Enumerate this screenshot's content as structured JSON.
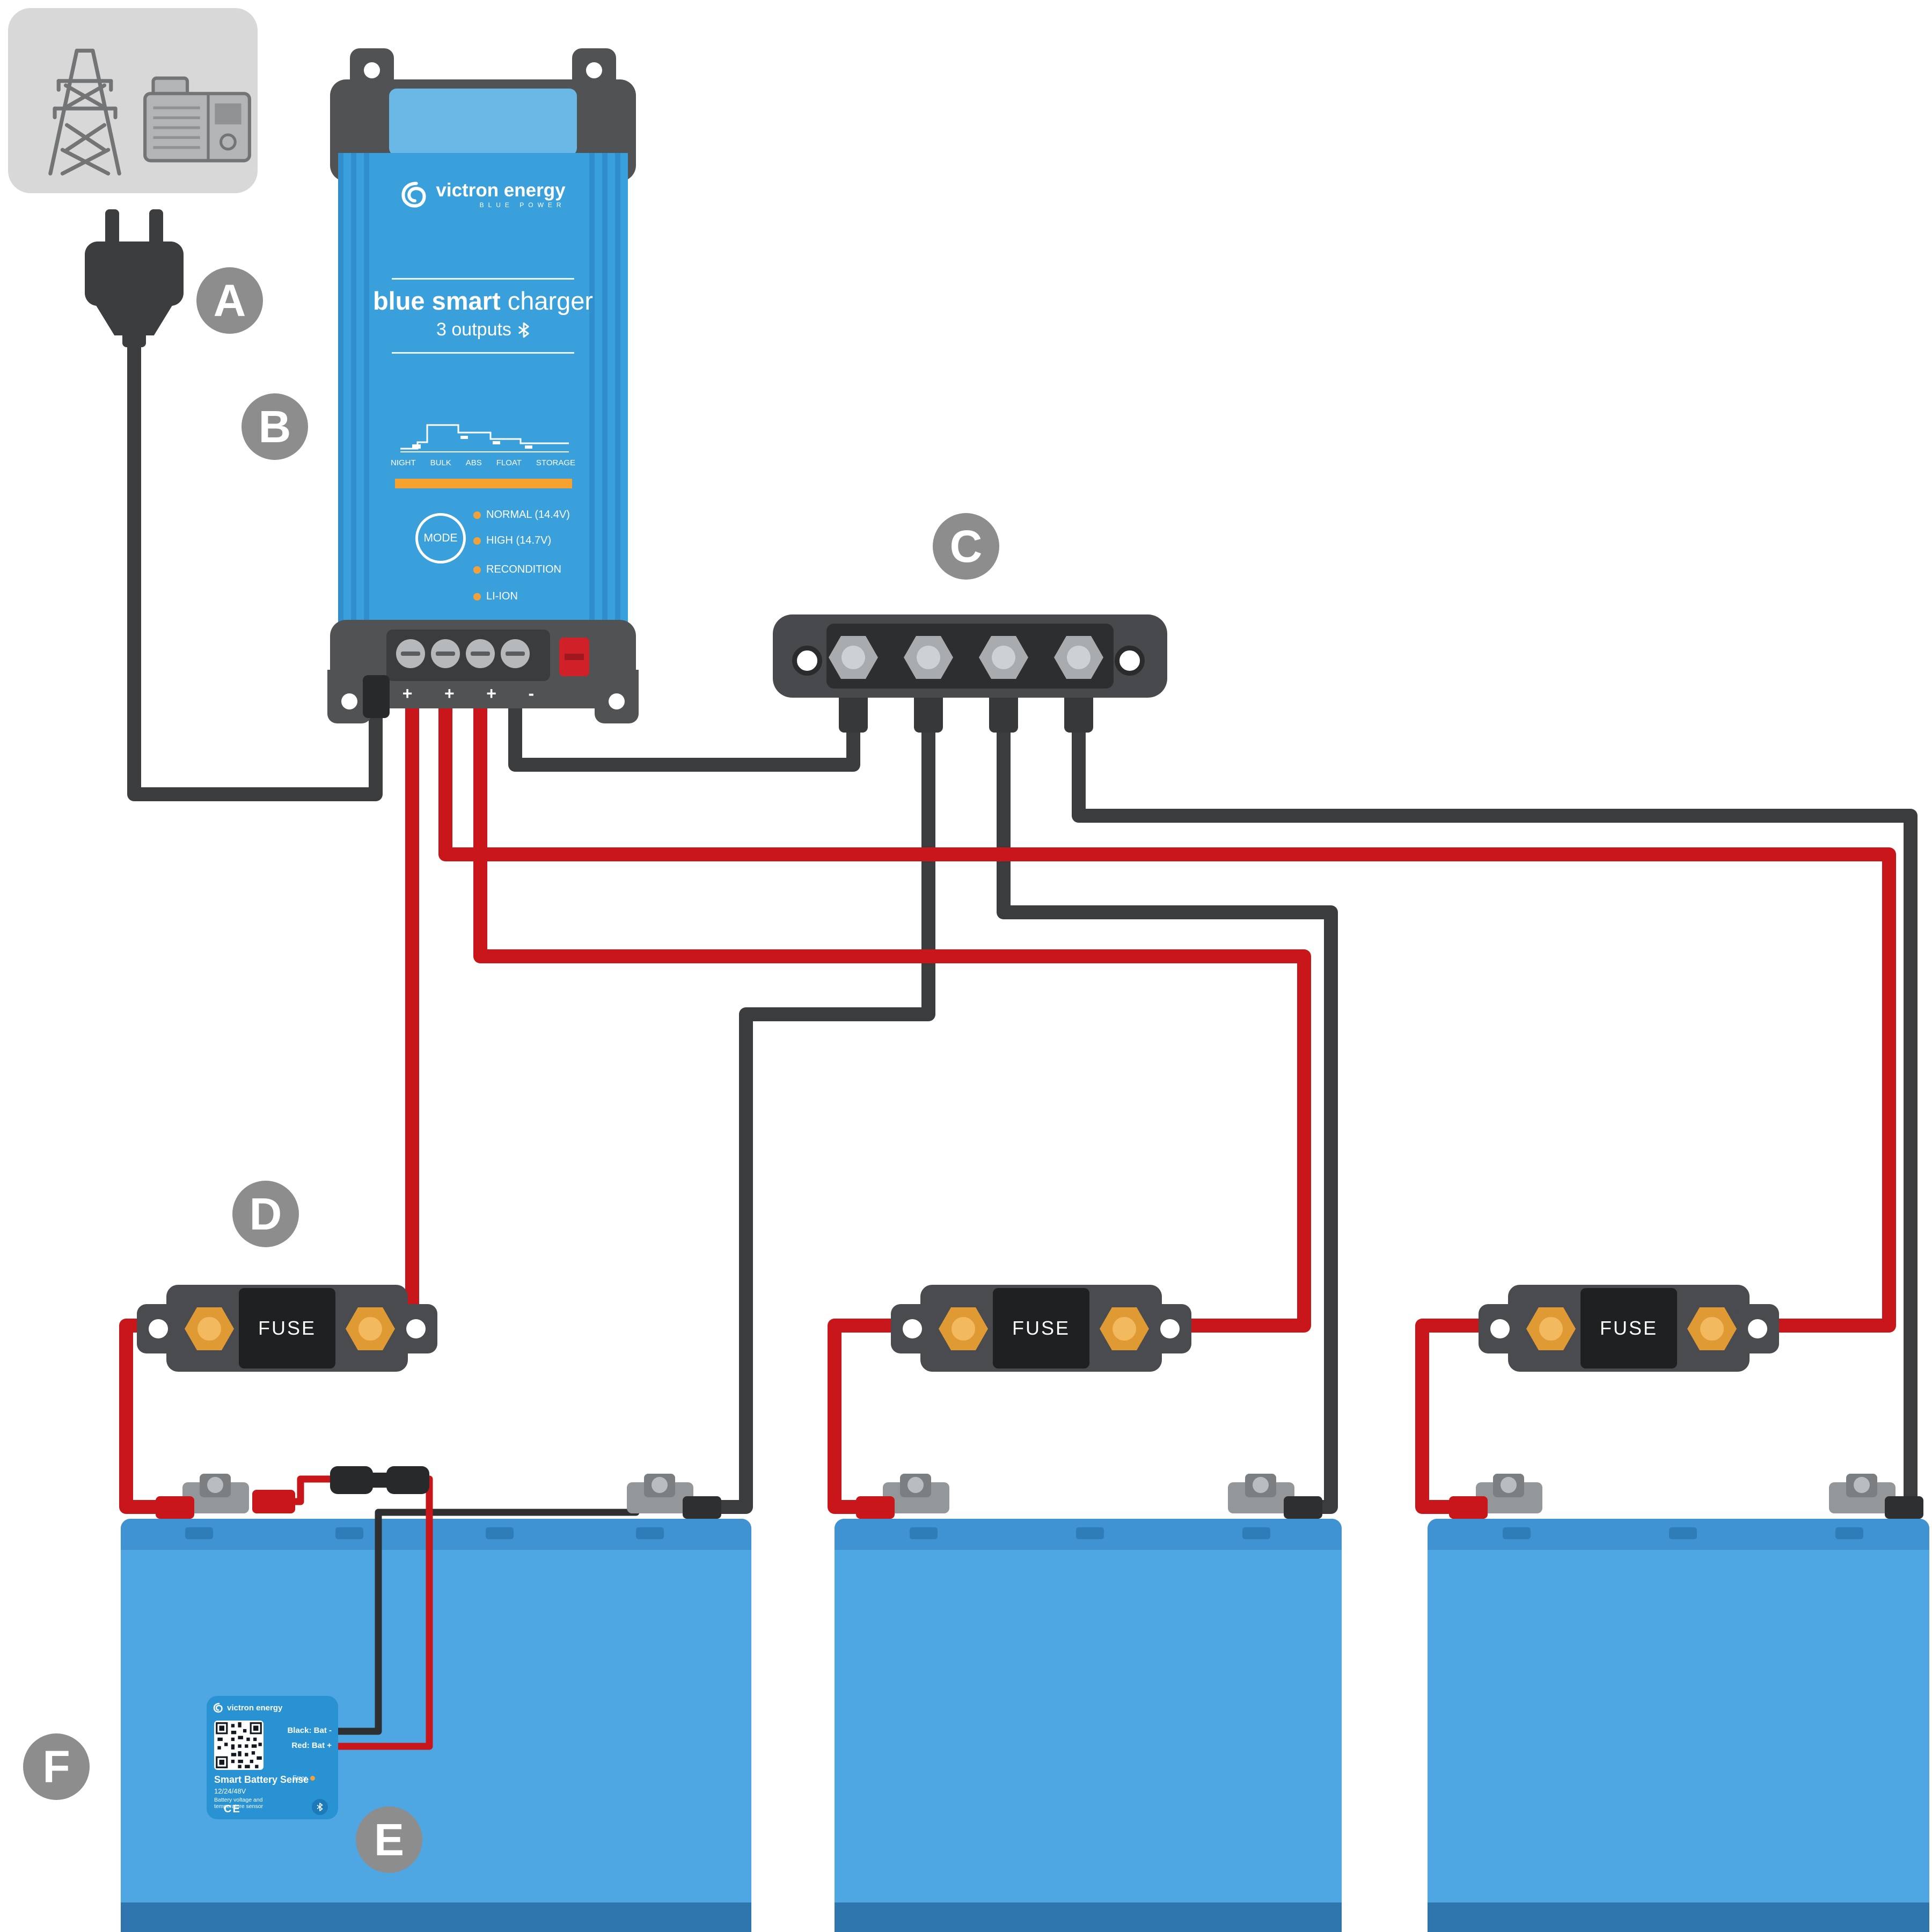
{
  "callouts": {
    "a": "A",
    "b": "B",
    "c": "C",
    "d": "D",
    "e": "E",
    "f": "F"
  },
  "charger": {
    "brand": "victron energy",
    "brand_sub": "BLUE POWER",
    "title_bold": "blue smart",
    "title_light": "charger",
    "outputs_label": "3 outputs",
    "stage_labels": [
      "NIGHT",
      "BULK",
      "ABS",
      "FLOAT",
      "STORAGE"
    ],
    "mode_label": "MODE",
    "led_labels": [
      "NORMAL (14.4V)",
      "HIGH (14.7V)",
      "RECONDITION",
      "LI-ION"
    ],
    "terminal_labels": [
      "+",
      "+",
      "+",
      "-"
    ]
  },
  "fuse": {
    "label": "FUSE"
  },
  "battery_sense": {
    "brand": "victron energy",
    "black_wire_label": "Black: Bat -",
    "red_wire_label": "Red: Bat +",
    "product_name": "Smart Battery Sense",
    "voltage_range": "12/24/48V",
    "description": "Battery voltage and temperature sensor",
    "error_label": "Error",
    "ce_label": "CE"
  },
  "colors": {
    "positive_wire": "#c9161b",
    "negative_wire": "#3b3c3e",
    "charger_blue": "#3aa0dc",
    "battery_blue": "#4ea6e2",
    "accent_orange": "#f6a22d",
    "fuse_terminal_orange": "#e09a33",
    "callout_gray": "#8d8d8d"
  }
}
